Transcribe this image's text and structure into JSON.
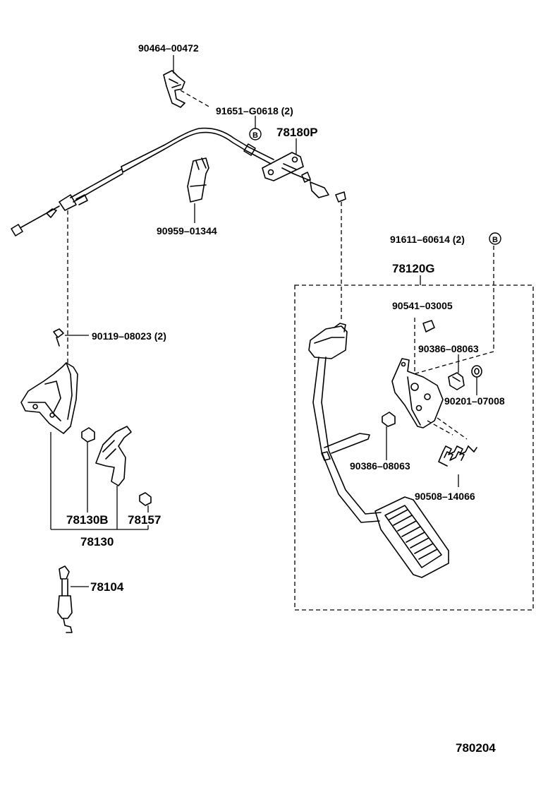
{
  "labels": {
    "p90464": "90464–00472",
    "p91651": "91651–G0618 (2)",
    "p78180P": "78180P",
    "p90959": "90959–01344",
    "p91611": "91611–60614 (2)",
    "p78120G": "78120G",
    "p90541": "90541–03005",
    "p90119": "90119–08023 (2)",
    "p90386a": "90386–08063",
    "p90201": "90201–07008",
    "p90386b": "90386–08063",
    "p90508": "90508–14066",
    "p78130B": "78130B",
    "p78157": "78157",
    "p78130": "78130",
    "p78104": "78104",
    "figure_number": "780204"
  },
  "callouts": {
    "b_marker": "B"
  }
}
